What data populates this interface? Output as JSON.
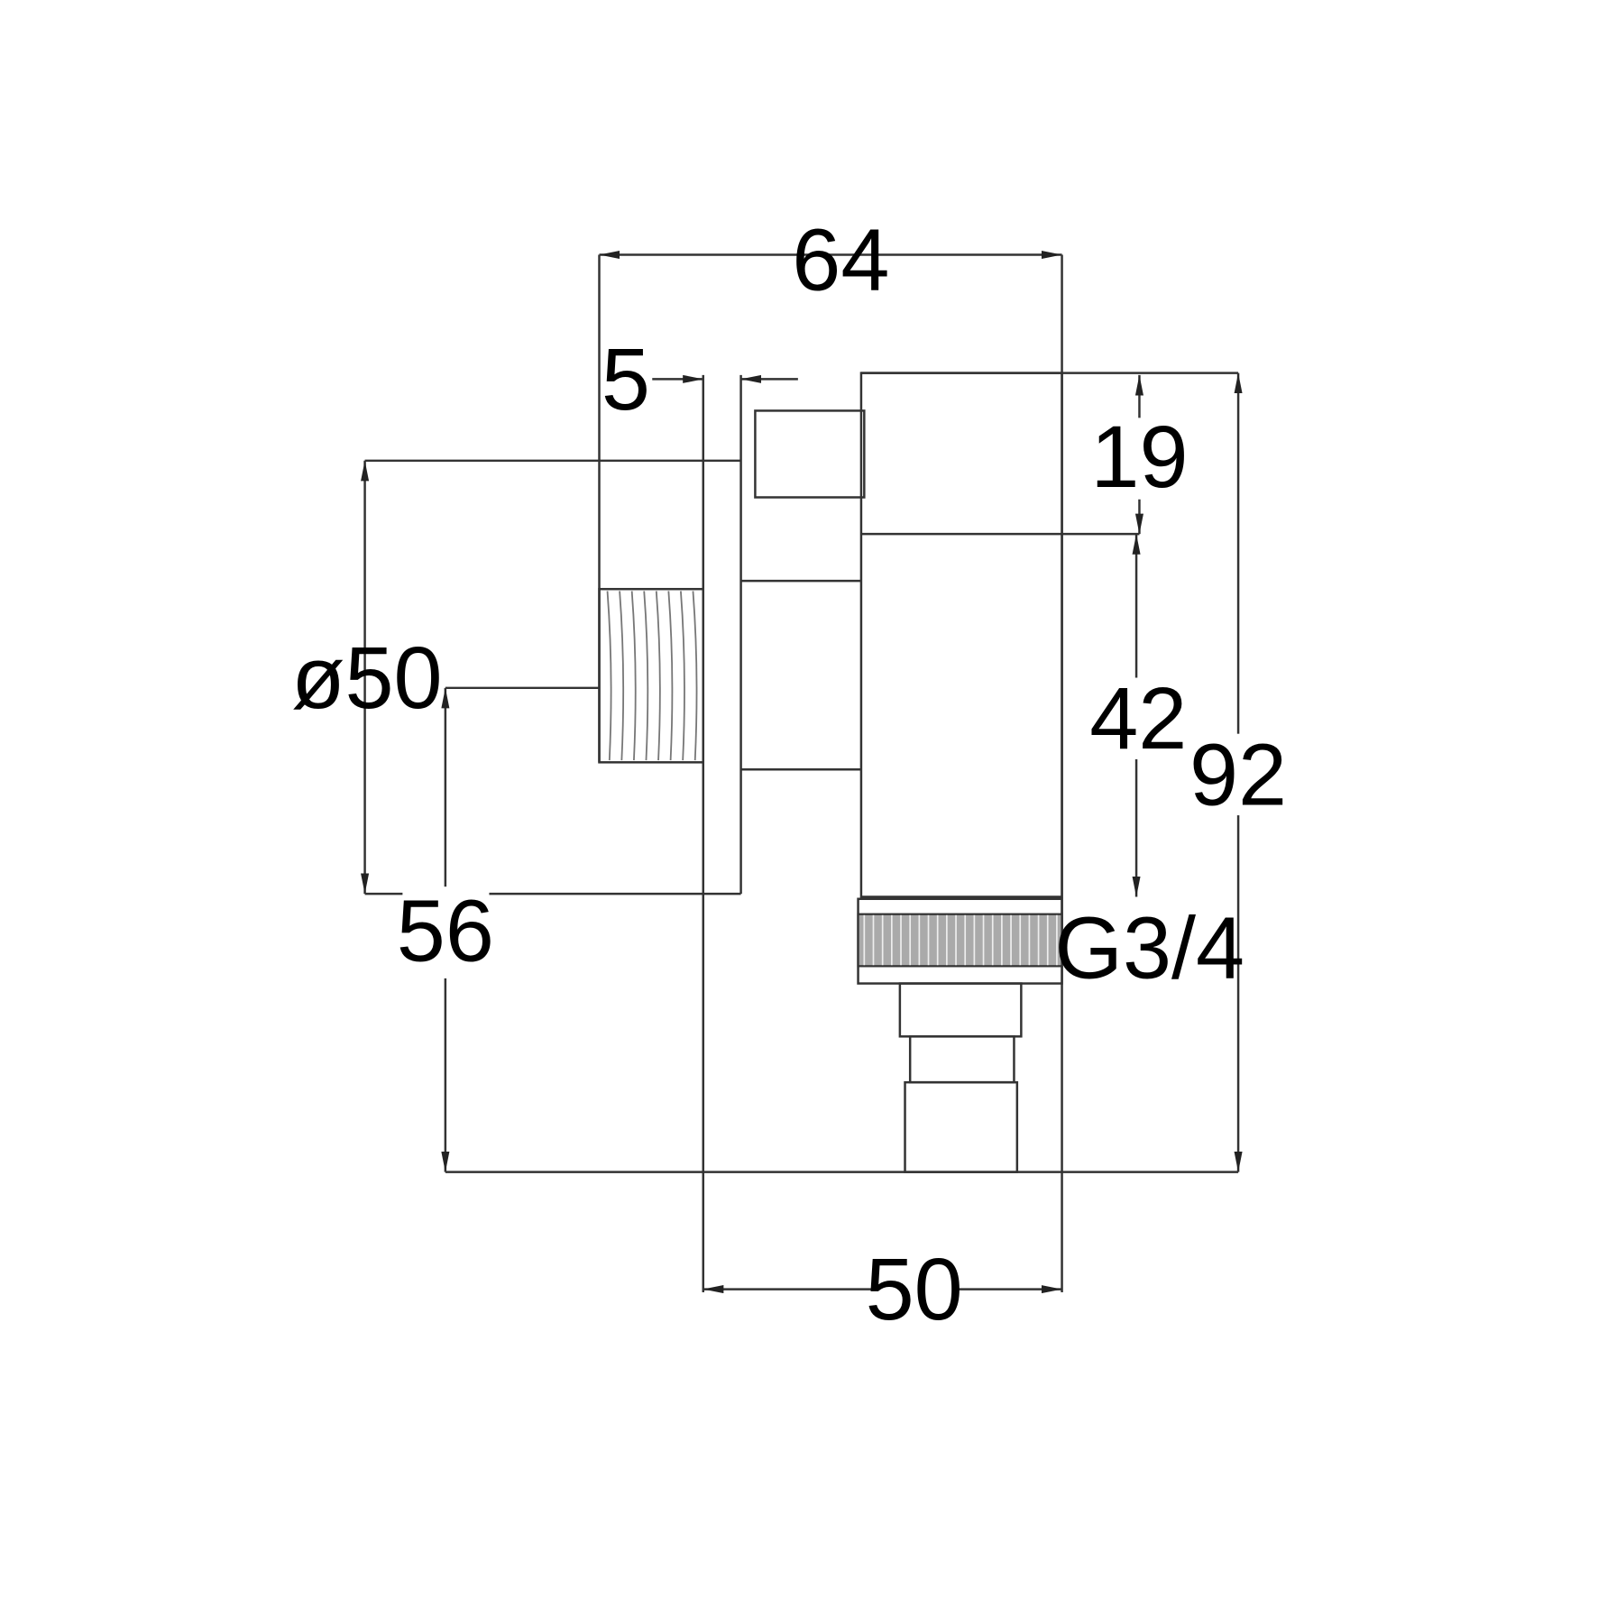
{
  "drawing": {
    "dimensions": {
      "overall_width": "64",
      "flange_thickness": "5",
      "flange_diameter": "ø50",
      "outlet_height": "56",
      "top_section": "19",
      "body_section": "42",
      "overall_height": "92",
      "thread": "G3/4",
      "body_depth": "50"
    },
    "colors": {
      "line": "#333333",
      "text": "#000000",
      "background": "#ffffff"
    }
  }
}
